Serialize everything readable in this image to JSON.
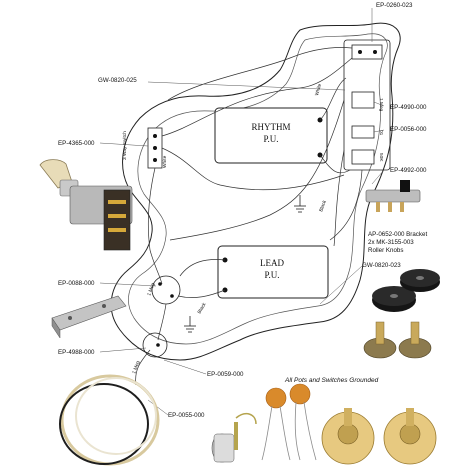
{
  "part_numbers": {
    "selector_slide_switch": "EP-0260-023",
    "rhythm_jack_plate_screw": "GW-0820-025",
    "rhythm_pot_a": "EP-4990-000",
    "rhythm_cap": "EP-0056-000",
    "three_way_switch": "EP-4365-000",
    "rhythm_slide_switch": "EP-4992-000",
    "bracket": "AP-0652-000 Bracket",
    "knobs": "2x MK-3155-003",
    "roller_knobs": "Roller Knobs",
    "pickup_screw": "GW-0820-023",
    "lead_bracket": "EP-0088-000",
    "lead_pot": "EP-4988-000",
    "output_jack": "EP-0059-000",
    "wire_spool": "EP-0055-000"
  },
  "pickups": {
    "rhythm_line1": "RHYTHM",
    "rhythm_line2": "P.U.",
    "lead_line1": "LEAD",
    "lead_line2": "P.U."
  },
  "wire_labels": {
    "white_top": "White",
    "white_switch": "White",
    "switch_label": "3 Way Switch",
    "black_mid": "Black",
    "black_lower": "Black",
    "meg_1": "1 Meg",
    "meg_2": "1 Meg",
    "cap": "01",
    "fifty_k": "50K",
    "lead_pot_label": "1 Meg",
    "lead_pot_label2": "1 Meg"
  },
  "note": "All Pots and Switches Grounded"
}
